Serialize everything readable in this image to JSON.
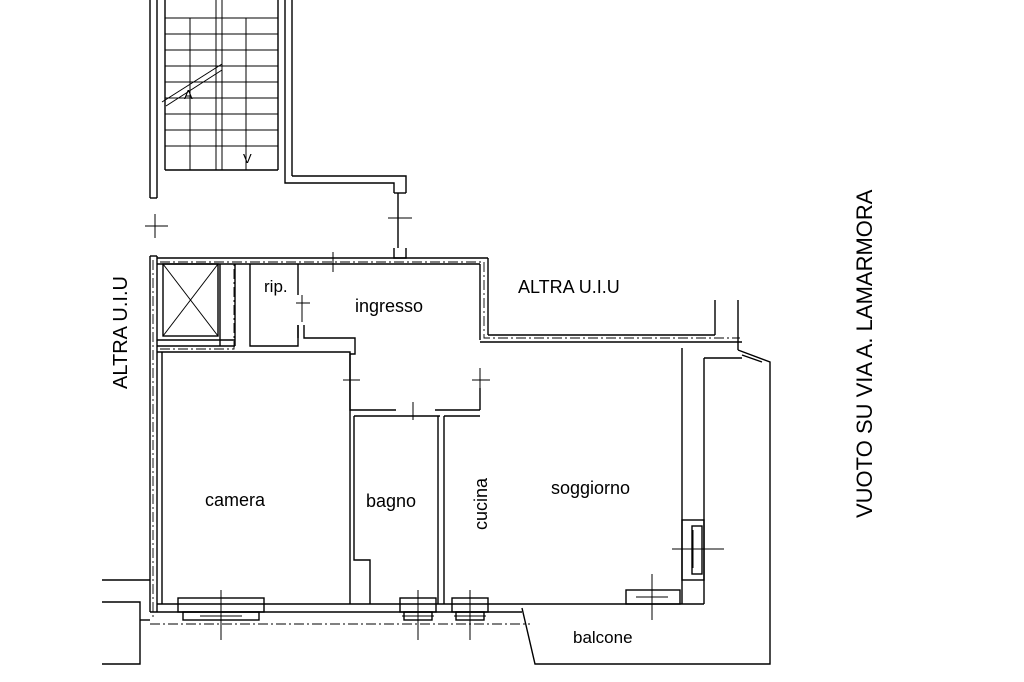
{
  "rooms": {
    "camera": "camera",
    "bagno": "bagno",
    "cucina": "cucina",
    "soggiorno": "soggiorno",
    "ingresso": "ingresso",
    "ripostiglio": "rip.",
    "balcone": "balcone"
  },
  "labels": {
    "altra_uiu_left": "ALTRA U.I.U",
    "altra_uiu_top": "ALTRA U.I.U",
    "street": "VUOTO SU VIA A. LAMARMORA"
  },
  "stair_marks": {
    "up": "A",
    "down": "V"
  }
}
